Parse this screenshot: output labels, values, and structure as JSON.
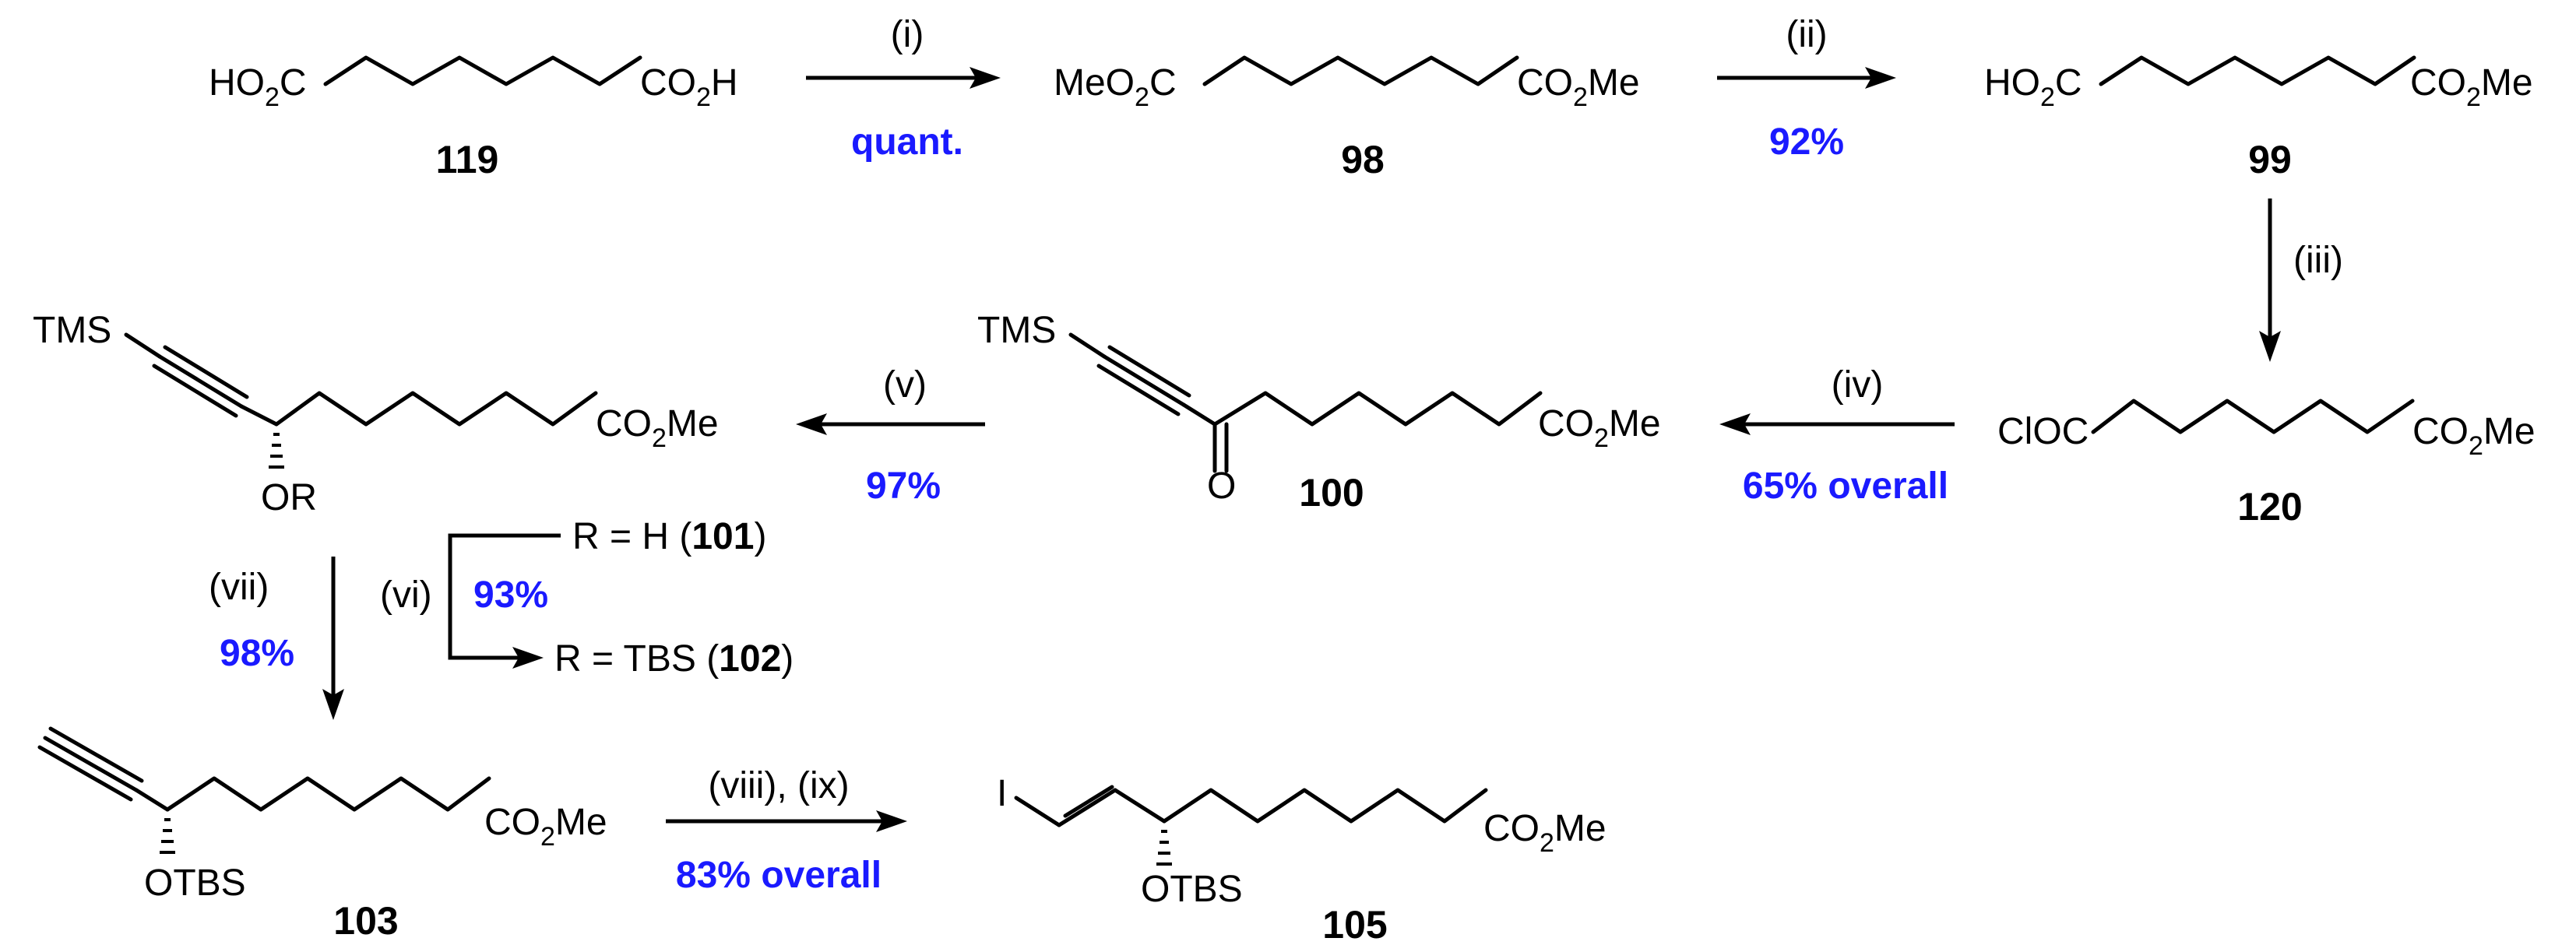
{
  "colors": {
    "yield": "#1a1aff",
    "ink": "#000000",
    "background": "#ffffff"
  },
  "compounds": {
    "c119": {
      "number": "119",
      "left": "HO",
      "left_sub": "2",
      "left_tail": "C",
      "right": "CO",
      "right_sub": "2",
      "right_tail": "H"
    },
    "c98": {
      "number": "98",
      "left": "MeO",
      "left_sub": "2",
      "left_tail": "C",
      "right": "CO",
      "right_sub": "2",
      "right_tail": "Me"
    },
    "c99": {
      "number": "99",
      "left": "HO",
      "left_sub": "2",
      "left_tail": "C",
      "right": "CO",
      "right_sub": "2",
      "right_tail": "Me"
    },
    "c120": {
      "number": "120",
      "left": "ClOC",
      "right": "CO",
      "right_sub": "2",
      "right_tail": "Me"
    },
    "c100": {
      "number": "100",
      "tms": "TMS",
      "oxo": "O",
      "right": "CO",
      "right_sub": "2",
      "right_tail": "Me"
    },
    "c101_102": {
      "tms": "TMS",
      "or": "OR",
      "right": "CO",
      "right_sub": "2",
      "right_tail": "Me"
    },
    "c103": {
      "number": "103",
      "otbs": "OTBS",
      "right": "CO",
      "right_sub": "2",
      "right_tail": "Me"
    },
    "c105": {
      "number": "105",
      "iodo": "I",
      "otbs": "OTBS",
      "right": "CO",
      "right_sub": "2",
      "right_tail": "Me"
    }
  },
  "branch": {
    "r_h_pre": "R = H (",
    "r_h_num": "101",
    "r_h_post": ")",
    "r_tbs_pre": "R = TBS (",
    "r_tbs_num": "102",
    "r_tbs_post": ")"
  },
  "steps": [
    {
      "id": "i",
      "label": "(i)",
      "yield": "quant."
    },
    {
      "id": "ii",
      "label": "(ii)",
      "yield": "92%"
    },
    {
      "id": "iii",
      "label": "(iii)",
      "yield": ""
    },
    {
      "id": "iv",
      "label": "(iv)",
      "yield": "65% overall"
    },
    {
      "id": "v",
      "label": "(v)",
      "yield": "97%"
    },
    {
      "id": "vi",
      "label": "(vi)",
      "yield": "93%"
    },
    {
      "id": "vii",
      "label": "(vii)",
      "yield": "98%"
    },
    {
      "id": "viii_ix",
      "label": "(viii), (ix)",
      "yield": "83% overall"
    }
  ]
}
